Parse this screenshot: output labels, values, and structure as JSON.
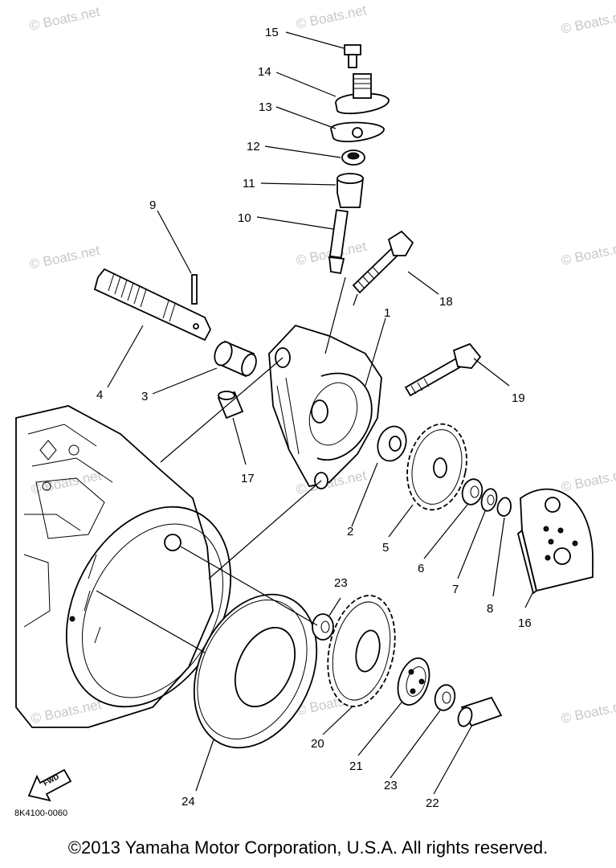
{
  "watermark": "© Boats.net",
  "diagram_code": "8K4100-0060",
  "fwd_label": "FWD",
  "callouts": [
    "1",
    "2",
    "3",
    "4",
    "5",
    "6",
    "7",
    "8",
    "9",
    "10",
    "11",
    "12",
    "13",
    "14",
    "15",
    "16",
    "17",
    "18",
    "19",
    "20",
    "21",
    "22",
    "23",
    "23",
    "24"
  ],
  "copyright": "©2013 Yamaha Motor Corporation, U.S.A. All rights reserved."
}
